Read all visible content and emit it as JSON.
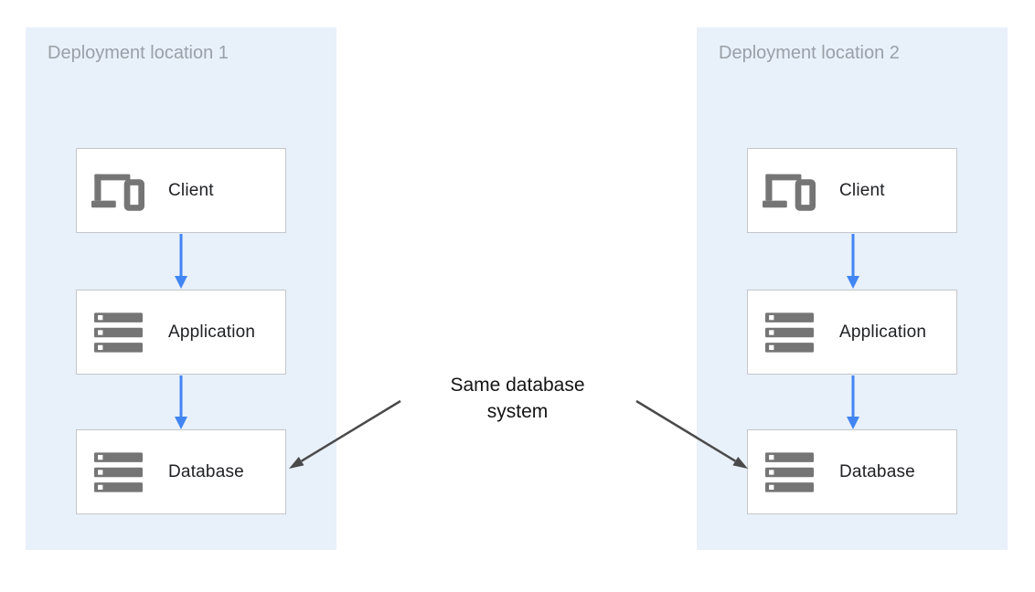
{
  "diagram": {
    "annotation": "Same database system",
    "locations": [
      {
        "label": "Deployment location 1",
        "nodes": [
          {
            "label": "Client",
            "icon": "devices-icon"
          },
          {
            "label": "Application",
            "icon": "server-stack-icon"
          },
          {
            "label": "Database",
            "icon": "server-stack-icon"
          }
        ]
      },
      {
        "label": "Deployment location 2",
        "nodes": [
          {
            "label": "Client",
            "icon": "devices-icon"
          },
          {
            "label": "Application",
            "icon": "server-stack-icon"
          },
          {
            "label": "Database",
            "icon": "server-stack-icon"
          }
        ]
      }
    ],
    "colors": {
      "container_bg": "#E8F0FA",
      "node_bg": "#FFFFFF",
      "node_border": "#C4C7CB",
      "flow_arrow": "#4285F4",
      "annotation_arrow": "#4A4A4A",
      "icon_gray": "#757575",
      "location_label": "#9AA0A6",
      "node_label": "#202124",
      "annotation_text": "#141414"
    }
  }
}
